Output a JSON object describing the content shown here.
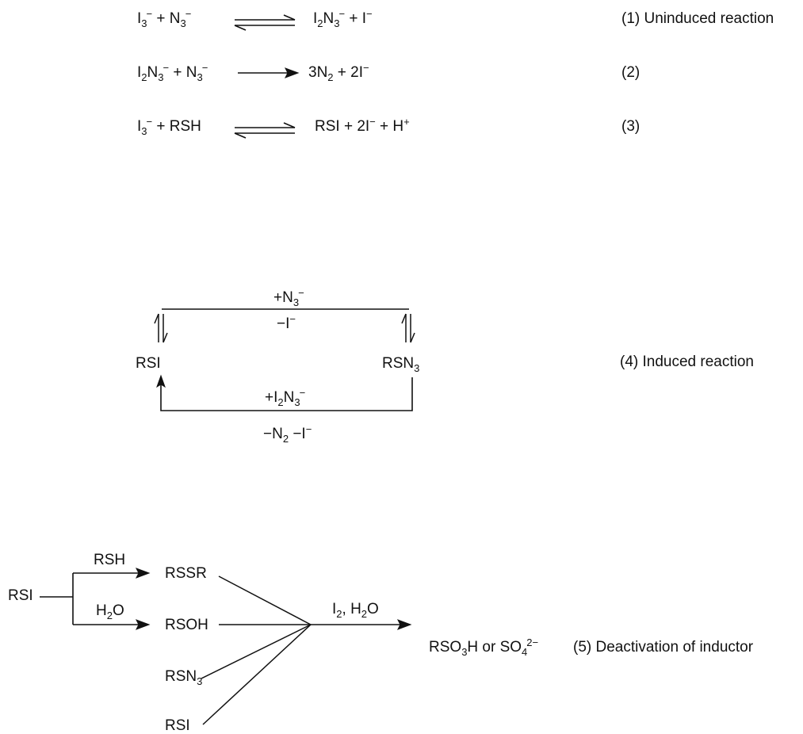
{
  "reactions": [
    {
      "id": "r1",
      "label": "(1) Uninduced reaction",
      "arrow": "equilibrium",
      "lhs": [
        {
          "t": "I"
        },
        {
          "t": "3",
          "s": "sub"
        },
        {
          "t": "−",
          "s": "sup"
        },
        {
          "t": " + N"
        },
        {
          "t": "3",
          "s": "sub"
        },
        {
          "t": "−",
          "s": "sup"
        }
      ],
      "rhs": [
        {
          "t": "I"
        },
        {
          "t": "2",
          "s": "sub"
        },
        {
          "t": "N"
        },
        {
          "t": "3",
          "s": "sub"
        },
        {
          "t": "−",
          "s": "sup"
        },
        {
          "t": " + I"
        },
        {
          "t": "−",
          "s": "sup"
        }
      ]
    },
    {
      "id": "r2",
      "label": "(2)",
      "arrow": "forward",
      "lhs": [
        {
          "t": "I"
        },
        {
          "t": "2",
          "s": "sub"
        },
        {
          "t": "N"
        },
        {
          "t": "3",
          "s": "sub"
        },
        {
          "t": "−",
          "s": "sup"
        },
        {
          "t": " + N"
        },
        {
          "t": "3",
          "s": "sub"
        },
        {
          "t": "−",
          "s": "sup"
        }
      ],
      "rhs": [
        {
          "t": "3N"
        },
        {
          "t": "2",
          "s": "sub"
        },
        {
          "t": " + 2I"
        },
        {
          "t": "−",
          "s": "sup"
        }
      ]
    },
    {
      "id": "r3",
      "label": "(3)",
      "arrow": "equilibrium",
      "lhs": [
        {
          "t": "I"
        },
        {
          "t": "3",
          "s": "sub"
        },
        {
          "t": "−",
          "s": "sup"
        },
        {
          "t": " + RSH"
        }
      ],
      "rhs": [
        {
          "t": "RSI + 2I"
        },
        {
          "t": "−",
          "s": "sup"
        },
        {
          "t": " + H"
        },
        {
          "t": "+",
          "s": "sup"
        }
      ]
    }
  ],
  "cycle": {
    "label": "(4) Induced reaction",
    "left_species": [
      {
        "t": "RSI"
      }
    ],
    "right_species": [
      {
        "t": "RSN"
      },
      {
        "t": "3",
        "s": "sub"
      }
    ],
    "top_above": [
      {
        "t": "+N"
      },
      {
        "t": "3",
        "s": "sub"
      },
      {
        "t": "−",
        "s": "sup"
      }
    ],
    "top_below": [
      {
        "t": "−I"
      },
      {
        "t": "−",
        "s": "sup"
      }
    ],
    "bottom_above": [
      {
        "t": "+I"
      },
      {
        "t": "2",
        "s": "sub"
      },
      {
        "t": "N"
      },
      {
        "t": "3",
        "s": "sub"
      },
      {
        "t": "−",
        "s": "sup"
      }
    ],
    "bottom_below": [
      {
        "t": "−N"
      },
      {
        "t": "2",
        "s": "sub"
      },
      {
        "t": " −I"
      },
      {
        "t": "−",
        "s": "sup"
      }
    ]
  },
  "deactivation": {
    "label": "(5) Deactivation of inductor",
    "start": [
      {
        "t": "RSI"
      }
    ],
    "branch_upper_reagent": [
      {
        "t": "RSH"
      }
    ],
    "branch_lower_reagent": [
      {
        "t": "H"
      },
      {
        "t": "2",
        "s": "sub"
      },
      {
        "t": "O"
      }
    ],
    "intermediates": [
      [
        {
          "t": "RSSR"
        }
      ],
      [
        {
          "t": "RSOH"
        }
      ],
      [
        {
          "t": "RSN"
        },
        {
          "t": "3",
          "s": "sub"
        }
      ],
      [
        {
          "t": "RSI"
        }
      ]
    ],
    "reagent": [
      {
        "t": "I"
      },
      {
        "t": "2",
        "s": "sub"
      },
      {
        "t": ", H"
      },
      {
        "t": "2",
        "s": "sub"
      },
      {
        "t": "O"
      }
    ],
    "product": [
      {
        "t": "RSO"
      },
      {
        "t": "3",
        "s": "sub"
      },
      {
        "t": "H or SO"
      },
      {
        "t": "4",
        "s": "sub"
      },
      {
        "t": "2−",
        "s": "sup"
      }
    ]
  }
}
